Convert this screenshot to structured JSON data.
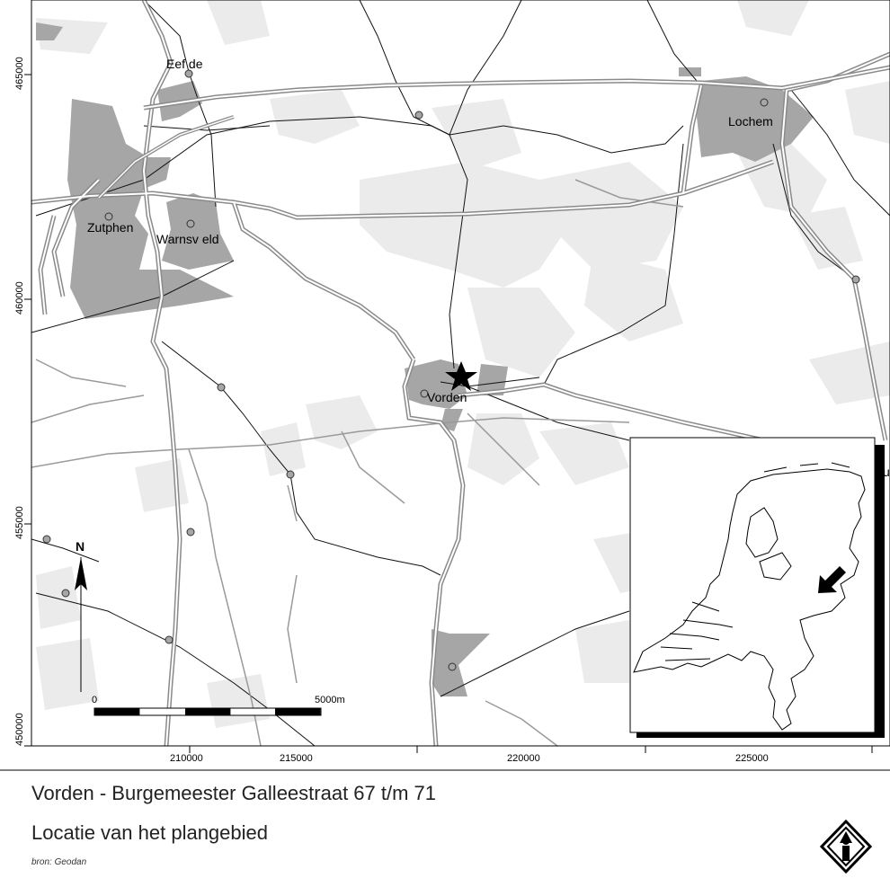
{
  "map": {
    "places": [
      {
        "id": "eefde",
        "label": "Eef de"
      },
      {
        "id": "lochem",
        "label": "Lochem"
      },
      {
        "id": "zutphen",
        "label": "Zutphen"
      },
      {
        "id": "warnsveld",
        "label": "Warnsv eld"
      },
      {
        "id": "vorden",
        "label": "Vorden"
      }
    ],
    "x_ticks": [
      "210000",
      "215000",
      "220000",
      "225000"
    ],
    "y_ticks": [
      "465000",
      "460000",
      "455000",
      "450000"
    ],
    "north_label": "N",
    "scale": {
      "start": "0",
      "end": "5000m"
    },
    "inset_edge_label": "u",
    "colors": {
      "built_up": "#a6a6a6",
      "forest": "#ebebeb",
      "road_outline": "#8a8a8a"
    }
  },
  "caption": {
    "title": "Vorden - Burgemeester Galleestraat 67 t/m 71",
    "subtitle": "Locatie van het plangebied",
    "source": "bron: Geodan"
  },
  "logo": {
    "icon": "provincial-info-icon"
  }
}
